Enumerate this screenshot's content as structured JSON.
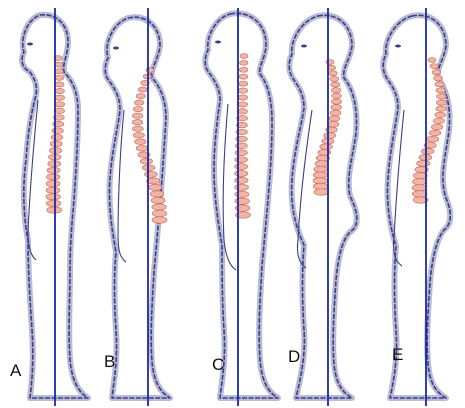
{
  "figure": {
    "panels": [
      {
        "label": "A"
      },
      {
        "label": "B"
      },
      {
        "label": "C"
      },
      {
        "label": "D"
      },
      {
        "label": "E"
      }
    ]
  },
  "colors": {
    "body_outline": "#3c3f86",
    "body_outline_halo": "#b9bbd6",
    "plumb_line": "#1a2aa8",
    "spine_fill": "#f2b4a6",
    "spine_stroke": "#c9705c",
    "label_text": "#111111"
  }
}
